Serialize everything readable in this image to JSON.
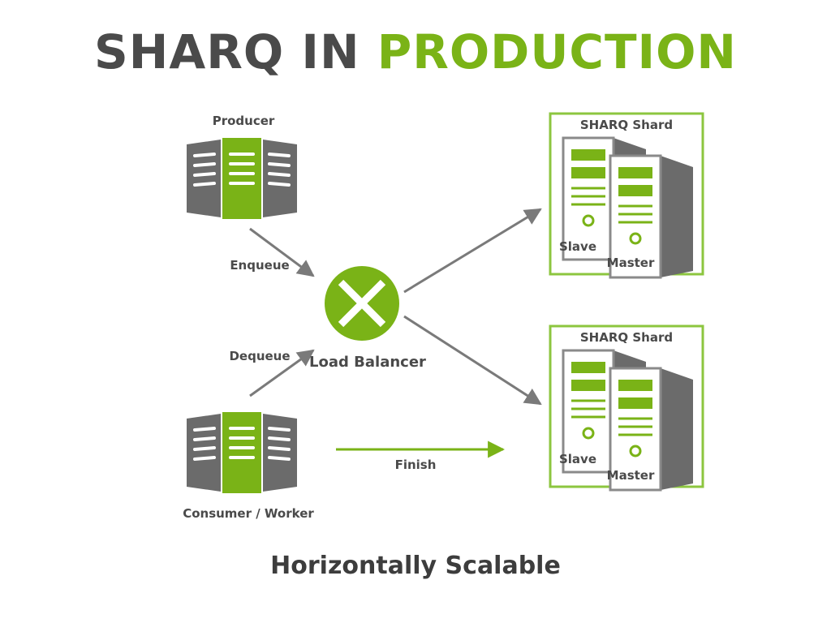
{
  "title": {
    "part1": "SHARQ IN",
    "part2": "PRODUCTION"
  },
  "diagram": {
    "producer_label": "Producer",
    "consumer_label": "Consumer / Worker",
    "enqueue_label": "Enqueue",
    "dequeue_label": "Dequeue",
    "finish_label": "Finish",
    "load_balancer_label": "Load Balancer",
    "shards": [
      {
        "title": "SHARQ Shard",
        "slave_label": "Slave",
        "master_label": "Master"
      },
      {
        "title": "SHARQ Shard",
        "slave_label": "Slave",
        "master_label": "Master"
      }
    ]
  },
  "footer": "Horizontally Scalable",
  "colors": {
    "green": "#7ab317",
    "gray": "#6b6b6b",
    "dark_text": "#4a4a4a",
    "light_gray": "#f1f1f1"
  }
}
